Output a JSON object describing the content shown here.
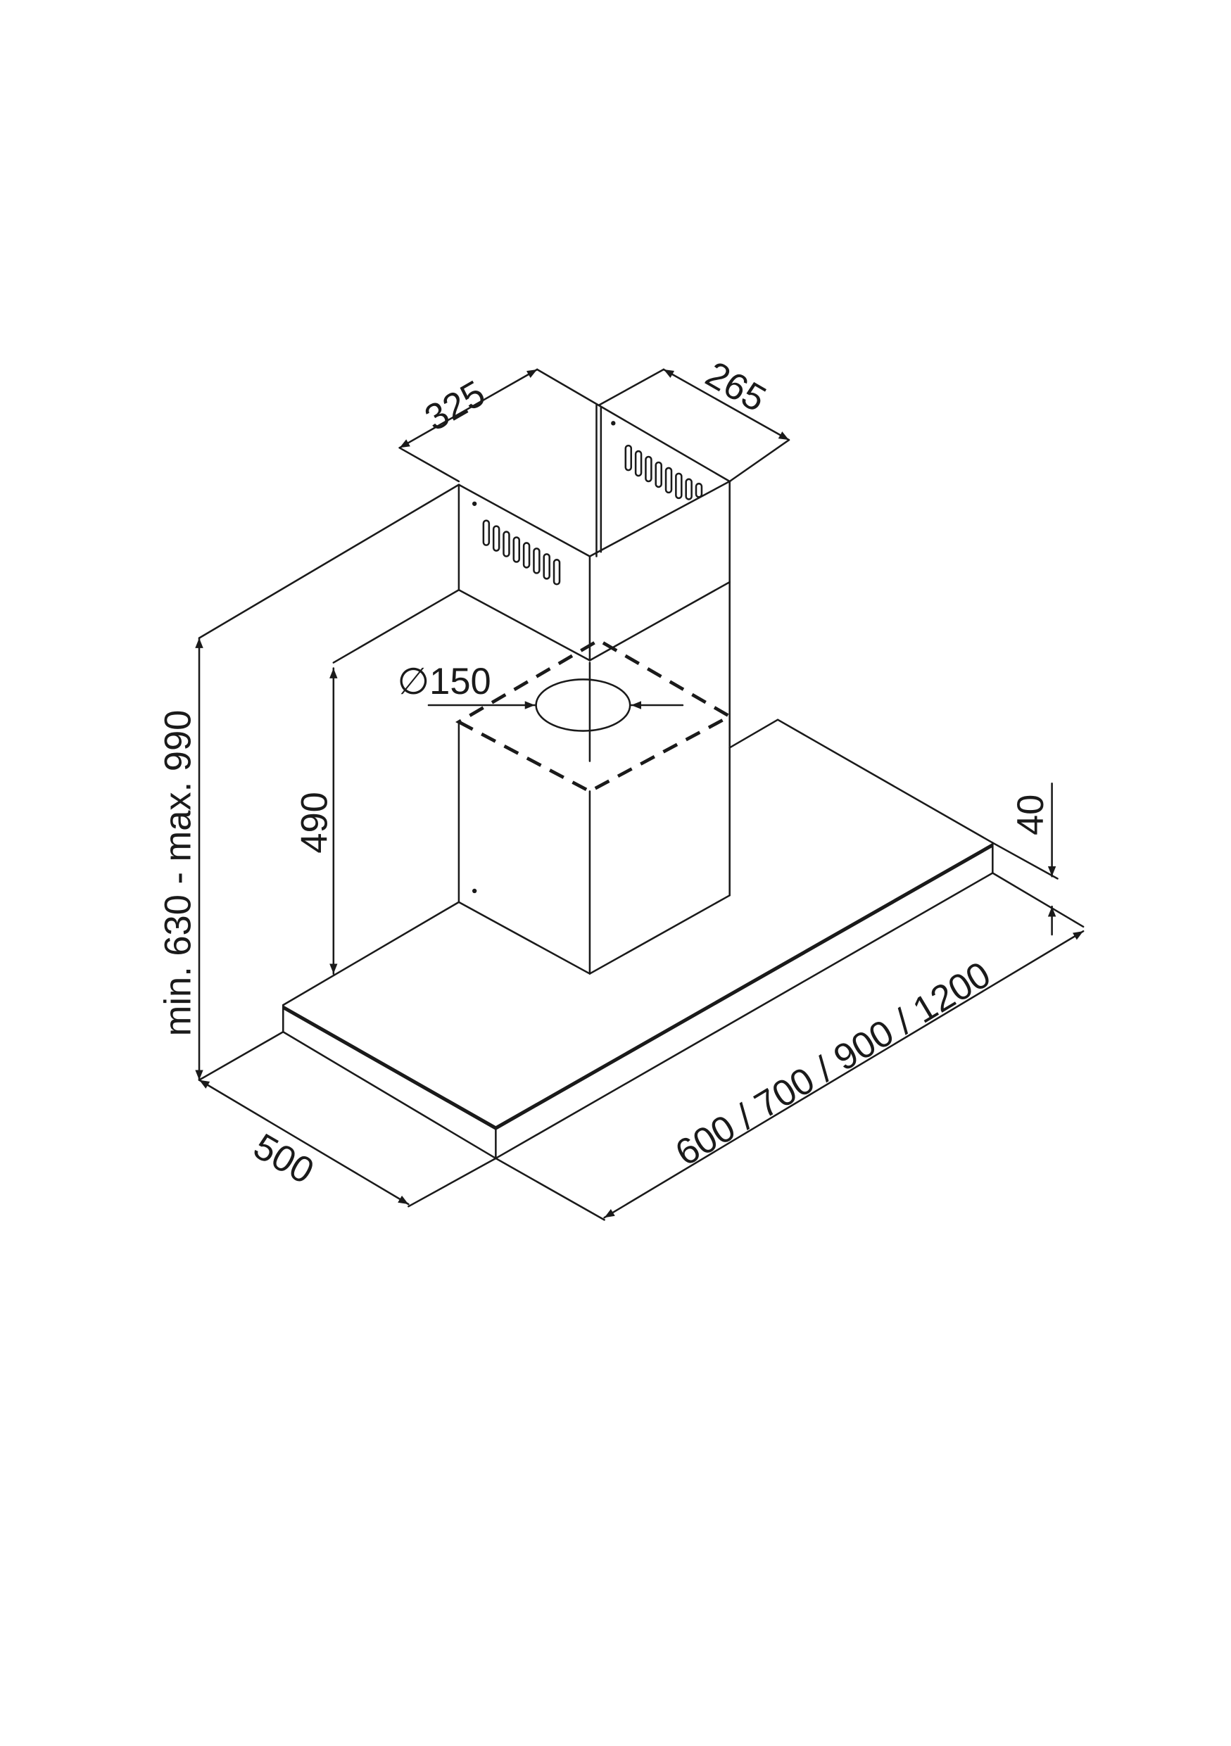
{
  "drawing": {
    "title": "Chimney hood dimension drawing",
    "dimensions": {
      "chimney_width": "325",
      "chimney_depth": "265",
      "total_height": "min. 630 - max. 990",
      "lower_chimney_height": "490",
      "duct_diameter": "∅150",
      "canopy_thickness": "40",
      "canopy_width": "600 / 700 / 900 / 1200",
      "canopy_depth": "500"
    },
    "line_color": "#1a1a1a"
  }
}
